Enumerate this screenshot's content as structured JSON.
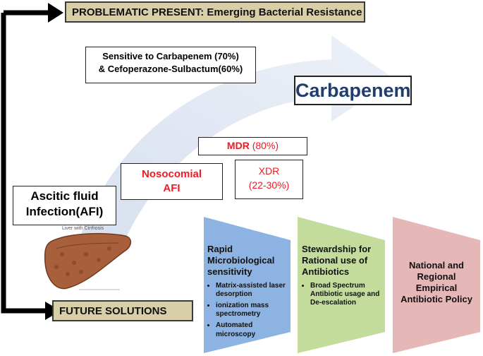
{
  "banners": {
    "present": "PROBLEMATIC PRESENT: Emerging Bacterial Resistance",
    "future": "FUTURE SOLUTIONS"
  },
  "boxes": {
    "sensitive": [
      "Sensitive to Carbapenem (70%)",
      "& Cefoperazone-Sulbactum(60%)"
    ],
    "carbapenem": "Carbapenem",
    "mdr": "MDR",
    "mdr_pct": "(80%)",
    "nosocomial": [
      "Nosocomial",
      "AFI"
    ],
    "xdr": [
      "XDR",
      "(22-30%)"
    ],
    "afi": [
      "Ascitic fluid",
      "Infection(AFI)"
    ]
  },
  "liver_caption": "Liver with Cirrhosis",
  "panels": [
    {
      "title": "Rapid Microbiological sensitivity",
      "bullets": [
        "Matrix-assisted laser desorption",
        "ionization mass spectrometry",
        "Automated microscopy"
      ],
      "color": "#8db3e2"
    },
    {
      "title": "Stewardship for Rational use of Antibiotics",
      "bullets": [
        "Broad Spectrum Antibiotic usage and De-escalation"
      ],
      "color": "#c3dc9b"
    },
    {
      "title": "National and Regional Empirical Antibiotic Policy",
      "bullets": [],
      "color": "#e5b8b7"
    }
  ]
}
